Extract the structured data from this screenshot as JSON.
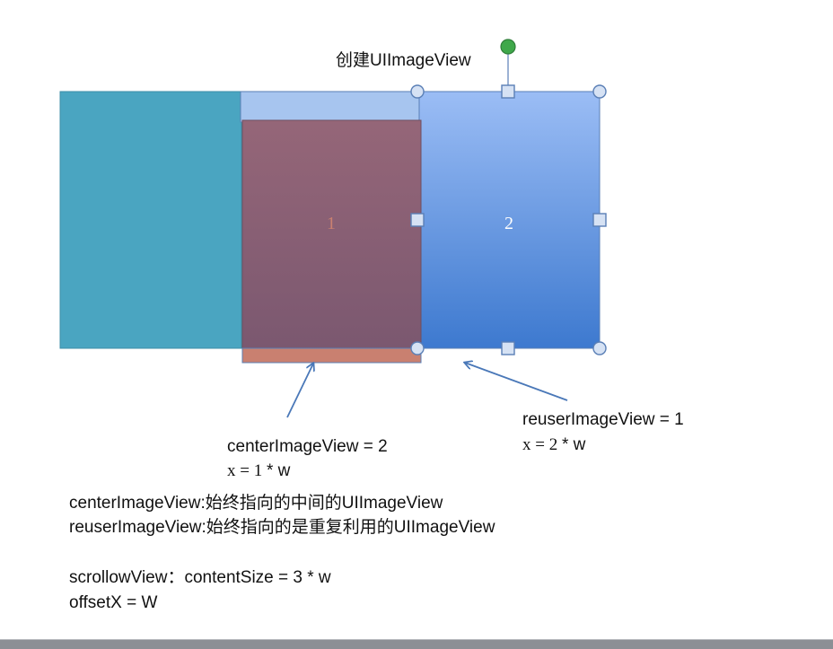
{
  "colors": {
    "left_panel": "#4aa5c1",
    "center_panel_fill": "#8f5f74",
    "center_panel_bottom": "#c98070",
    "selected_top": "#a7c5ef",
    "right_panel_top": "#9bbdf5",
    "right_panel_bottom": "#3d79cf",
    "arrow": "#4a78b8",
    "handle_fill": "#d6e2f4",
    "handle_stroke": "#5a7fb6",
    "rotate_handle": "#3fa84a",
    "label_one": "#c98070",
    "label_two": "#ffffff"
  },
  "diagram": {
    "create_label": "创建UIImageView",
    "center_view_number": "1",
    "right_view_number": "2",
    "center_annotation": {
      "line1": "centerImageView = 2",
      "line2_prefix": "x ",
      "line2_eq": "= 1 ",
      "line2_suffix": "* w"
    },
    "reuse_annotation": {
      "line1": "reuserImageView  = 1",
      "line2_prefix": "x ",
      "line2_eq": "= 2 ",
      "line2_suffix": "* w"
    }
  },
  "notes": {
    "line1": "centerImageView:始终指向的中间的UIImageView",
    "line2": "reuserImageView:始终指向的是重复利用的UIImageView",
    "line3": "scrollowView：contentSize = 3 * w",
    "line4": "offsetX = W"
  }
}
